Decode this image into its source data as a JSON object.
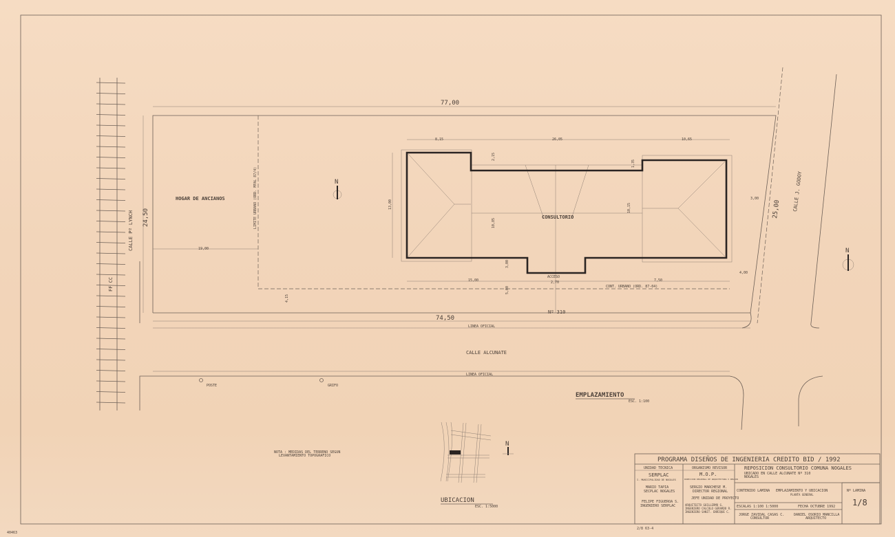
{
  "plan": {
    "dim_top": "77,00",
    "dim_bottom": "74,50",
    "dim_left": "24,50",
    "dim_right": "25,00",
    "dim_bldg_left": "8,15",
    "dim_bldg_mid": "26,05",
    "dim_bldg_right": "10,65",
    "dim_bldg_height": "13,00",
    "dim_inner_a": "10,85",
    "dim_inner_b": "10,15",
    "dim_left_setback": "19,00",
    "dim_front_a": "15,00",
    "dim_front_b": "7,50",
    "dim_access": "2,70",
    "dim_right_setback": "3,00",
    "dim_right_b": "4,00",
    "dim_small_a": "2,15",
    "dim_small_b": "1,35",
    "dim_small_c": "3,00",
    "dim_small_d": "5,00",
    "dim_small_e": "4,15",
    "label_hogar": "HOGAR DE ANCIANOS",
    "label_consultorio": "CONSULTORIO",
    "label_acceso": "ACCESO",
    "label_numero": "Nº 310",
    "label_calle_lynch": "CALLE Pº LYNCH",
    "label_calle_godoy": "CALLE J. GODOY",
    "label_calle_alcunate": "CALLE ALCUNATE",
    "label_ffcc": "FF CC",
    "label_linea_oficial": "LINEA OFICIAL",
    "label_linea_oficial_2": "LINEA OFICIAL",
    "label_limite": "LIMITE URBANO (ORD. MPAL 87/4)",
    "label_cont": "CONT. URBANO (ORD. 87-04)",
    "label_poste": "POSTE",
    "label_grifo": "GRIFO",
    "north": "N",
    "title_emplazamiento": "EMPLAZAMIENTO",
    "scale_emplazamiento": "ESC. 1:100",
    "note_1": "NOTA : MEDIDAS DEL TERRENO SEGUN",
    "note_2": "LEVANTAMIENTO TOPOGRAFICO",
    "title_ubicacion": "UBICACION",
    "scale_ubicacion": "ESC. 1:5000",
    "corner_mark": "40463",
    "pencil_mark": "2/8  63-4"
  },
  "title_block": {
    "program": "PROGRAMA   DISEÑOS  DE  INGENIERIA  CREDITO  BID / 1992",
    "col1_head": "UNIDAD TECNICA",
    "col1_org": "SERPLAC",
    "col1_sub": "I. MUNICIPALIDAD DE NOGALES",
    "col1_name1": "MARIO TAPIA",
    "col1_role1": "SECPLAC NOGALES",
    "col1_name2": "FELIPE FIGUEROA S.",
    "col1_role2": "INGENIERO SERPLAC",
    "col2_head": "ORGANISMO REVISOR",
    "col2_org": "M.O.P.",
    "col2_sub": "DIRECCION REGIONAL DE ARQUITECTURA V REGION",
    "col2_name1": "SERGIO MARCHESE M.",
    "col2_role1": "DIRECTOR REGIONAL",
    "col2_role2": "JEFE UNIDAD DE PROYECTO",
    "col2_rev1": "ARQUITECTO  GUILLERMO G.",
    "col2_rev2": "INGENIERO  CALCULO  GERARDO R.",
    "col2_rev3": "INGENIERO  SANIT. ENRIQUE C.",
    "project": "REPOSICION  CONSULTORIO  COMUNA  NOGALES",
    "project_sub1": "UBICADO EN CALLE ALCUNATE Nº 310",
    "project_sub2": "NOGALES",
    "contents_label": "CONTENIDO LAMINA",
    "contents": "EMPLAZAMIENTO  Y  UBICACION",
    "contents_sub": "PLANTA GENERAL",
    "scales": "ESCALAS    1:100   1:5000",
    "date": "FECHA  OCTUBRE  1992",
    "author1": "JORGE ZAVIDAL CASAS C.",
    "author1_role": "CONSULTOR",
    "author2": "DANIEL OSORIO MANCILLA",
    "author2_role": "ARQUITECTO",
    "sheet_label": "Nº LAMINA",
    "sheet": "1/8"
  }
}
